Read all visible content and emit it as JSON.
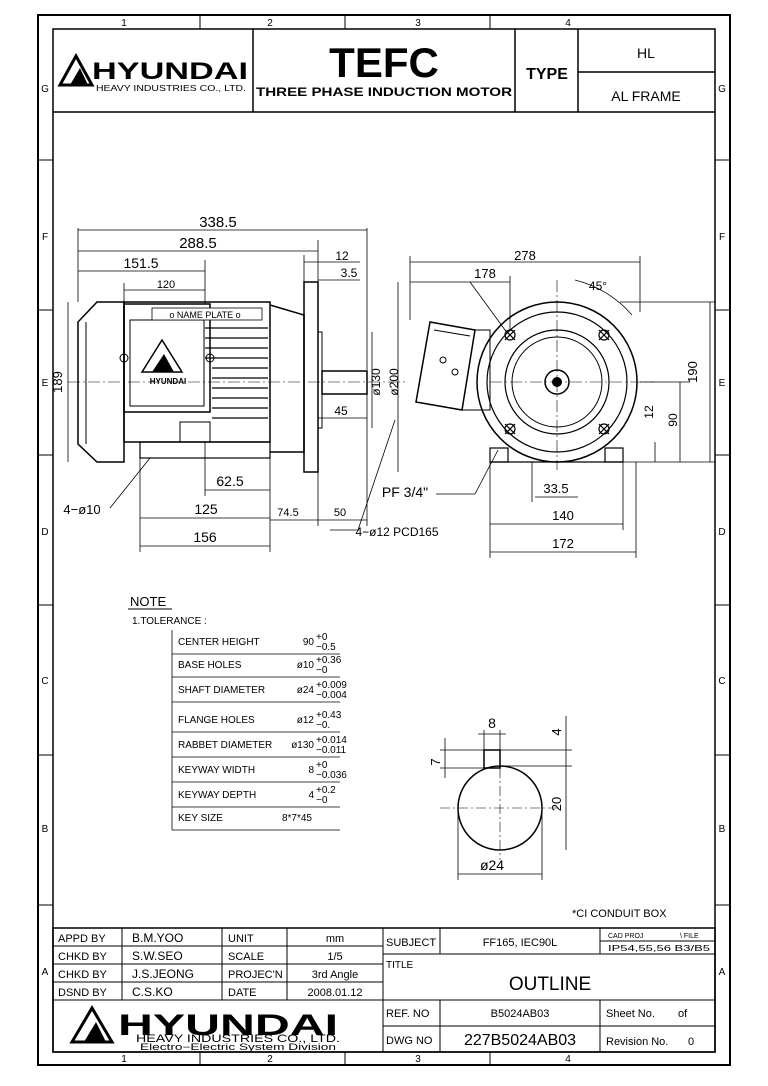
{
  "border": {
    "columns": [
      "1",
      "2",
      "3",
      "4"
    ],
    "rows_left": [
      "G",
      "F",
      "E",
      "D",
      "C",
      "B",
      "A"
    ],
    "rows_right": [
      "G",
      "F",
      "E",
      "D",
      "C",
      "B",
      "A"
    ]
  },
  "header": {
    "logo_text": "HYUNDAI",
    "logo_sub": "HEAVY INDUSTRIES CO., LTD.",
    "main_title": "TEFC",
    "subtitle": "THREE PHASE INDUCTION MOTOR",
    "type_label": "TYPE",
    "type_value": "HL",
    "frame_value": "AL FRAME"
  },
  "side_view": {
    "dims": {
      "d338": "338.5",
      "d288": "288.5",
      "d151": "151.5",
      "d120": "120",
      "d12": "12",
      "d35": "3.5",
      "d189": "189",
      "d130": "ø130",
      "d200": "ø200",
      "d45": "45",
      "d62": "62.5",
      "d125": "125",
      "d745": "74.5",
      "d50": "50",
      "d156": "156",
      "base_holes": "4−ø10",
      "flange_holes": "4−ø12 PCD165"
    },
    "nameplate": "o NAME PLATE o",
    "conduit_label": "HYUNDAI"
  },
  "front_view": {
    "dims": {
      "d278": "278",
      "d178": "178",
      "angle": "45°",
      "d190": "190",
      "d90": "90",
      "d12": "12",
      "d335": "33.5",
      "d140": "140",
      "d172": "172",
      "pf": "PF 3/4\""
    }
  },
  "note": {
    "title": "NOTE",
    "subtitle": "1.TOLERANCE :",
    "rows": [
      {
        "label": "CENTER HEIGHT",
        "nominal": "90",
        "upper": "+0",
        "lower": "−0.5"
      },
      {
        "label": "BASE HOLES",
        "nominal": "ø10",
        "upper": "+0.36",
        "lower": "−0"
      },
      {
        "label": "SHAFT DIAMETER",
        "nominal": "ø24",
        "upper": "+0.009",
        "lower": "−0.004"
      },
      {
        "label": "FLANGE HOLES",
        "nominal": "ø12",
        "upper": "+0.43",
        "lower": "−0."
      },
      {
        "label": "RABBET DIAMETER",
        "nominal": "ø130",
        "upper": "+0.014",
        "lower": "−0.011"
      },
      {
        "label": "KEYWAY WIDTH",
        "nominal": "8",
        "upper": "+0",
        "lower": "−0.036"
      },
      {
        "label": "KEYWAY DEPTH",
        "nominal": "4",
        "upper": "+0.2",
        "lower": "−0"
      },
      {
        "label": "KEY SIZE",
        "nominal": "8*7*45",
        "upper": "",
        "lower": ""
      }
    ]
  },
  "shaft_detail": {
    "d8": "8",
    "d4": "4",
    "d7": "7",
    "d20": "20",
    "d24": "ø24"
  },
  "conduit_note": "*CI CONDUIT BOX",
  "title_block": {
    "rows": [
      {
        "role": "APPD BY",
        "name": "B.M.YOO",
        "key": "UNIT",
        "value": "mm"
      },
      {
        "role": "CHKD BY",
        "name": "S.W.SEO",
        "key": "SCALE",
        "value": "1/5"
      },
      {
        "role": "CHKD BY",
        "name": "J.S.JEONG",
        "key": "PROJEC'N",
        "value": "3rd Angle"
      },
      {
        "role": "DSND BY",
        "name": "C.S.KO",
        "key": "DATE",
        "value": "2008.01.12"
      }
    ],
    "logo_text": "HYUNDAI",
    "logo_sub": "HEAVY INDUSTRIES CO., LTD.",
    "logo_sub2": "Electro−Electric System Division",
    "subject_label": "SUBJECT",
    "subject_value": "FF165, IEC90L",
    "cad_proj": "CAD PROJ",
    "file": "\\ FILE",
    "ip": "IP54,55,56  B3/B5",
    "title_label": "TITLE",
    "title_value": "OUTLINE",
    "ref_label": "REF. NO",
    "ref_value": "B5024AB03",
    "sheet_label": "Sheet No.",
    "sheet_of": "of",
    "dwg_label": "DWG NO",
    "dwg_value": "227B5024AB03",
    "rev_label": "Revision No.",
    "rev_value": "0"
  }
}
